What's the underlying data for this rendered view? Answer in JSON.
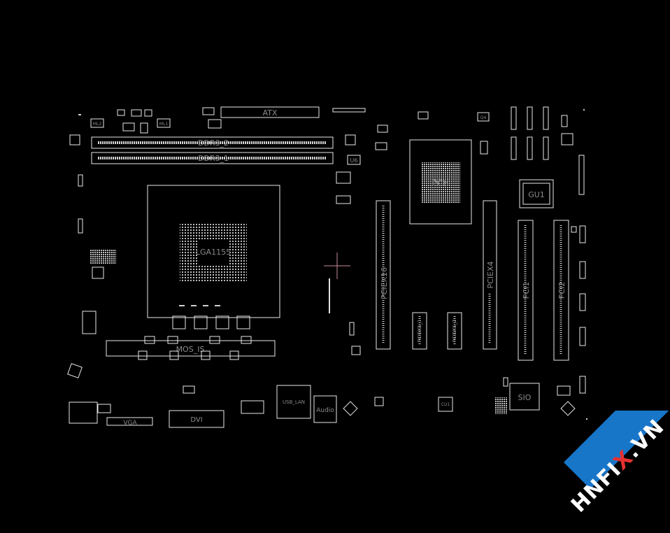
{
  "labels": {
    "atx": "ATX",
    "ddr3_2": "DDR3_2",
    "ddr3_1": "DDR3_1",
    "cpu": "LGA1155",
    "pch": "PCH",
    "pciex16": "PCIEX16",
    "pciex4": "PCIEX4",
    "pci1": "PCI1",
    "pci2": "PCI2",
    "pciex1_1": "PCIEX1_1",
    "pciex1_2": "PCIEX1_2",
    "gu1": "GU1",
    "sio": "SIO",
    "vga": "VGA",
    "dvi": "DVI",
    "audio": "Audio",
    "usb_lan": "USB_LAN",
    "u6": "U6",
    "mos": "MOS_IS",
    "ml2": "ML2",
    "ml1": "ML1",
    "q4": "Q4",
    "cu1": "CU1"
  },
  "watermark": {
    "prefix": "HNFI",
    "x": "X",
    "suffix": ".VN"
  },
  "colors": {
    "background": "#000000",
    "outline": "#e8e8e8",
    "label": "#8a8a8a",
    "cursor": "#c98a9a",
    "watermark_band": "#1876c9",
    "watermark_x": "#e53131"
  }
}
